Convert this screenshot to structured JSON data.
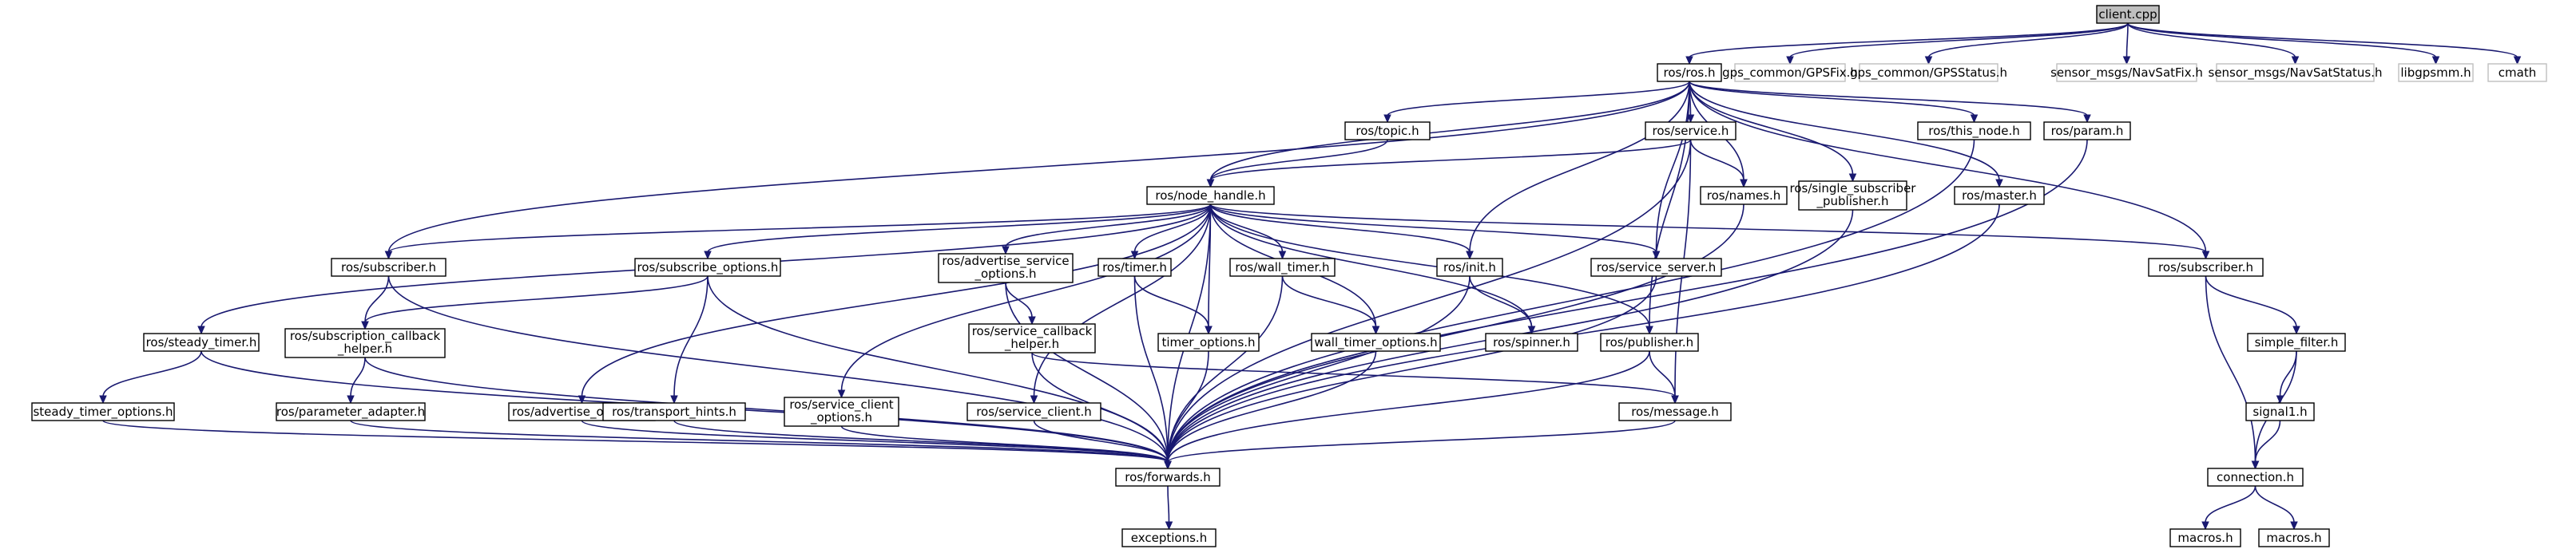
{
  "graph": {
    "nodes": [
      {
        "id": "client",
        "label": "client.cpp",
        "kind": "root"
      },
      {
        "id": "ros",
        "label": "ros/ros.h",
        "kind": "plain"
      },
      {
        "id": "gpsfix",
        "label": "gps_common/GPSFix.h",
        "kind": "external"
      },
      {
        "id": "gpsstatus",
        "label": "gps_common/GPSStatus.h",
        "kind": "external"
      },
      {
        "id": "navsatfix",
        "label": "sensor_msgs/NavSatFix.h",
        "kind": "external"
      },
      {
        "id": "navsatstatus",
        "label": "sensor_msgs/NavSatStatus.h",
        "kind": "external"
      },
      {
        "id": "libgpsmm",
        "label": "libgpsmm.h",
        "kind": "external"
      },
      {
        "id": "cmath",
        "label": "cmath",
        "kind": "external"
      },
      {
        "id": "topic",
        "label": "ros/topic.h",
        "kind": "plain"
      },
      {
        "id": "service",
        "label": "ros/service.h",
        "kind": "plain"
      },
      {
        "id": "thisnode",
        "label": "ros/this_node.h",
        "kind": "plain"
      },
      {
        "id": "param",
        "label": "ros/param.h",
        "kind": "plain"
      },
      {
        "id": "nodehandle",
        "label": "ros/node_handle.h",
        "kind": "plain"
      },
      {
        "id": "names",
        "label": "ros/names.h",
        "kind": "plain"
      },
      {
        "id": "singlesub",
        "label": [
          "ros/single_subscriber",
          "_publisher.h"
        ],
        "kind": "plain"
      },
      {
        "id": "master",
        "label": "ros/master.h",
        "kind": "plain"
      },
      {
        "id": "subscriber",
        "label": "ros/subscriber.h",
        "kind": "plain"
      },
      {
        "id": "subscribeopts",
        "label": "ros/subscribe_options.h",
        "kind": "plain"
      },
      {
        "id": "advserviceopts",
        "label": [
          "ros/advertise_service",
          "_options.h"
        ],
        "kind": "plain"
      },
      {
        "id": "timer",
        "label": "ros/timer.h",
        "kind": "plain"
      },
      {
        "id": "walltimer",
        "label": "ros/wall_timer.h",
        "kind": "plain"
      },
      {
        "id": "init",
        "label": "ros/init.h",
        "kind": "plain"
      },
      {
        "id": "serviceserver",
        "label": "ros/service_server.h",
        "kind": "plain"
      },
      {
        "id": "msubscriber",
        "label": "ros/subscriber.h",
        "kind": "plain"
      },
      {
        "id": "steadytimer",
        "label": "ros/steady_timer.h",
        "kind": "plain"
      },
      {
        "id": "subcbhelper",
        "label": [
          "ros/subscription_callback",
          "_helper.h"
        ],
        "kind": "plain"
      },
      {
        "id": "servicecbhelper",
        "label": [
          "ros/service_callback",
          "_helper.h"
        ],
        "kind": "plain"
      },
      {
        "id": "timeropts",
        "label": "timer_options.h",
        "kind": "plain"
      },
      {
        "id": "walltimeropts",
        "label": "wall_timer_options.h",
        "kind": "plain"
      },
      {
        "id": "spinner",
        "label": "ros/spinner.h",
        "kind": "plain"
      },
      {
        "id": "publisher",
        "label": "ros/publisher.h",
        "kind": "plain"
      },
      {
        "id": "simplefilter",
        "label": "simple_filter.h",
        "kind": "plain"
      },
      {
        "id": "steadytimeropts",
        "label": "steady_timer_options.h",
        "kind": "plain"
      },
      {
        "id": "paramadapter",
        "label": "ros/parameter_adapter.h",
        "kind": "plain"
      },
      {
        "id": "advopts",
        "label": "ros/advertise_options.h",
        "kind": "plain"
      },
      {
        "id": "transporthints",
        "label": "ros/transport_hints.h",
        "kind": "plain"
      },
      {
        "id": "serviceclientopts",
        "label": [
          "ros/service_client",
          "_options.h"
        ],
        "kind": "plain"
      },
      {
        "id": "serviceclient",
        "label": "ros/service_client.h",
        "kind": "plain"
      },
      {
        "id": "message",
        "label": "ros/message.h",
        "kind": "plain"
      },
      {
        "id": "signal1",
        "label": "signal1.h",
        "kind": "plain"
      },
      {
        "id": "forwards",
        "label": "ros/forwards.h",
        "kind": "plain"
      },
      {
        "id": "connection",
        "label": "connection.h",
        "kind": "plain"
      },
      {
        "id": "exceptions",
        "label": "exceptions.h",
        "kind": "plain"
      },
      {
        "id": "macros1",
        "label": "macros.h",
        "kind": "plain"
      },
      {
        "id": "macros2",
        "label": "macros.h",
        "kind": "plain"
      }
    ],
    "edges": [
      [
        "client",
        "ros"
      ],
      [
        "client",
        "gpsfix"
      ],
      [
        "client",
        "gpsstatus"
      ],
      [
        "client",
        "navsatfix"
      ],
      [
        "client",
        "navsatstatus"
      ],
      [
        "client",
        "libgpsmm"
      ],
      [
        "client",
        "cmath"
      ],
      [
        "ros",
        "topic"
      ],
      [
        "ros",
        "service"
      ],
      [
        "ros",
        "thisnode"
      ],
      [
        "ros",
        "param"
      ],
      [
        "ros",
        "nodehandle"
      ],
      [
        "ros",
        "names"
      ],
      [
        "ros",
        "singlesub"
      ],
      [
        "ros",
        "master"
      ],
      [
        "ros",
        "subscriber"
      ],
      [
        "ros",
        "init"
      ],
      [
        "ros",
        "serviceserver"
      ],
      [
        "ros",
        "msubscriber"
      ],
      [
        "ros",
        "publisher"
      ],
      [
        "topic",
        "nodehandle"
      ],
      [
        "service",
        "nodehandle"
      ],
      [
        "service",
        "names"
      ],
      [
        "service",
        "message"
      ],
      [
        "service",
        "forwards"
      ],
      [
        "nodehandle",
        "subscriber"
      ],
      [
        "nodehandle",
        "subscribeopts"
      ],
      [
        "nodehandle",
        "advserviceopts"
      ],
      [
        "nodehandle",
        "timer"
      ],
      [
        "nodehandle",
        "walltimer"
      ],
      [
        "nodehandle",
        "init"
      ],
      [
        "nodehandle",
        "serviceserver"
      ],
      [
        "nodehandle",
        "msubscriber"
      ],
      [
        "nodehandle",
        "steadytimer"
      ],
      [
        "nodehandle",
        "advopts"
      ],
      [
        "nodehandle",
        "serviceclientopts"
      ],
      [
        "nodehandle",
        "serviceclient"
      ],
      [
        "nodehandle",
        "forwards"
      ],
      [
        "nodehandle",
        "timeropts"
      ],
      [
        "nodehandle",
        "walltimeropts"
      ],
      [
        "nodehandle",
        "spinner"
      ],
      [
        "nodehandle",
        "publisher"
      ],
      [
        "subscriber",
        "subcbhelper"
      ],
      [
        "subscriber",
        "forwards"
      ],
      [
        "subscribeopts",
        "subcbhelper"
      ],
      [
        "subscribeopts",
        "transporthints"
      ],
      [
        "subscribeopts",
        "forwards"
      ],
      [
        "advserviceopts",
        "servicecbhelper"
      ],
      [
        "advserviceopts",
        "forwards"
      ],
      [
        "timer",
        "timeropts"
      ],
      [
        "timer",
        "forwards"
      ],
      [
        "walltimer",
        "walltimeropts"
      ],
      [
        "walltimer",
        "forwards"
      ],
      [
        "init",
        "spinner"
      ],
      [
        "init",
        "forwards"
      ],
      [
        "serviceserver",
        "forwards"
      ],
      [
        "msubscriber",
        "simplefilter"
      ],
      [
        "msubscriber",
        "connection"
      ],
      [
        "steadytimer",
        "steadytimeropts"
      ],
      [
        "steadytimer",
        "forwards"
      ],
      [
        "subcbhelper",
        "paramadapter"
      ],
      [
        "subcbhelper",
        "forwards"
      ],
      [
        "servicecbhelper",
        "message"
      ],
      [
        "servicecbhelper",
        "forwards"
      ],
      [
        "timeropts",
        "forwards"
      ],
      [
        "walltimeropts",
        "forwards"
      ],
      [
        "publisher",
        "message"
      ],
      [
        "publisher",
        "forwards"
      ],
      [
        "simplefilter",
        "signal1"
      ],
      [
        "simplefilter",
        "connection"
      ],
      [
        "steadytimeropts",
        "forwards"
      ],
      [
        "paramadapter",
        "forwards"
      ],
      [
        "advopts",
        "forwards"
      ],
      [
        "transporthints",
        "forwards"
      ],
      [
        "serviceclientopts",
        "forwards"
      ],
      [
        "serviceclient",
        "forwards"
      ],
      [
        "message",
        "forwards"
      ],
      [
        "signal1",
        "connection"
      ],
      [
        "names",
        "forwards"
      ],
      [
        "singlesub",
        "forwards"
      ],
      [
        "master",
        "forwards"
      ],
      [
        "thisnode",
        "forwards"
      ],
      [
        "param",
        "forwards"
      ],
      [
        "forwards",
        "exceptions"
      ],
      [
        "connection",
        "macros1"
      ],
      [
        "connection",
        "macros2"
      ]
    ]
  }
}
